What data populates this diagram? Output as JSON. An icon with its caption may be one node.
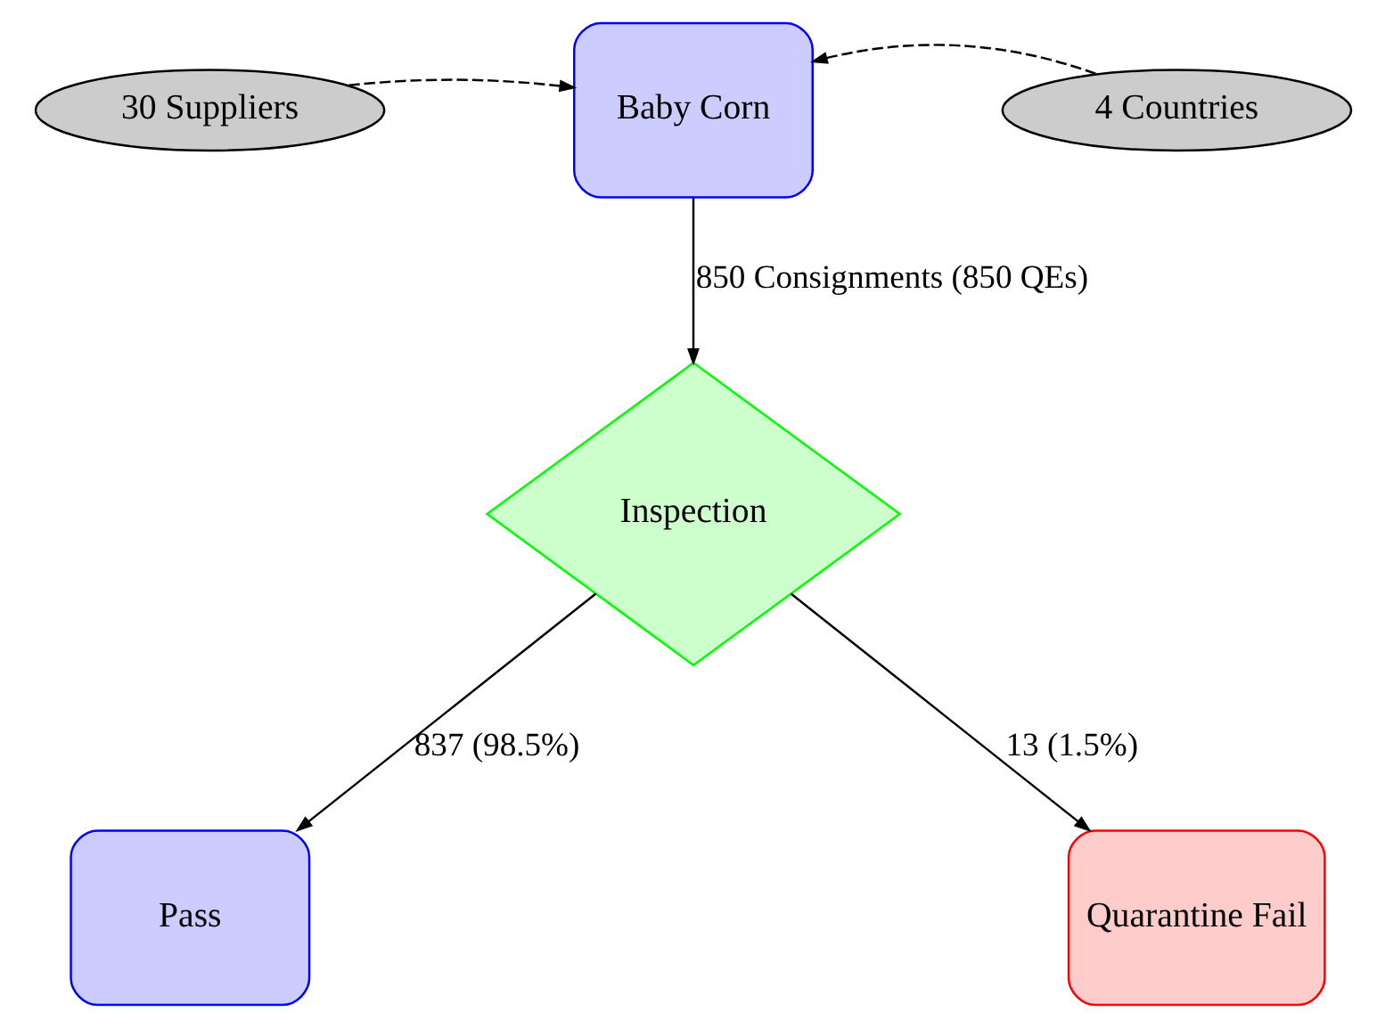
{
  "diagram": {
    "nodes": [
      {
        "text": [
          "30 Suppliers"
        ]
      },
      {
        "text": [
          "Baby Corn"
        ]
      },
      {
        "text": [
          "4 Countries"
        ]
      },
      {
        "text": [
          "Inspection"
        ]
      },
      {
        "text": [
          "Pass"
        ]
      },
      {
        "text": [
          "Quarantine Fail"
        ]
      }
    ],
    "edges": [
      {
        "from": 0,
        "to": 1,
        "arrow": "to",
        "style": "dashed"
      },
      {
        "from": 2,
        "to": 1,
        "arrow": "to",
        "style": "dashed"
      },
      {
        "from": 1,
        "to": 3,
        "arrow": "to",
        "label": "850 Consignments (850 QEs)"
      },
      {
        "from": 3,
        "to": 4,
        "arrow": "to",
        "label": "837 (98.5%)"
      },
      {
        "from": 3,
        "to": 5,
        "arrow": "to",
        "label": "13 (1.5%)"
      }
    ]
  }
}
